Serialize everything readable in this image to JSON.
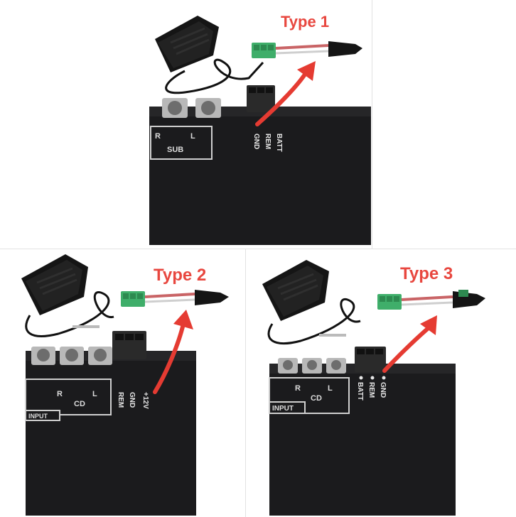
{
  "panels": [
    {
      "title": "Type 1",
      "pins": [
        "GND",
        "REM",
        "BATT"
      ],
      "section_label": "SUB",
      "channel_left": "R",
      "channel_right": "L"
    },
    {
      "title": "Type 2",
      "pins": [
        "REM",
        "GND",
        "+12V"
      ],
      "section_label": "CD",
      "input_label": "INPUT",
      "channel_left": "R",
      "channel_right": "L"
    },
    {
      "title": "Type 3",
      "pins": [
        "BATT",
        "REM",
        "GND"
      ],
      "section_label": "CD",
      "input_label": "INPUT",
      "channel_left": "R",
      "channel_right": "L"
    }
  ],
  "colors": {
    "accent_red": "#e8473f",
    "device_body": "#1b1b1d",
    "terminal_green": "#3fae6a",
    "adapter_black": "#151515"
  },
  "icons": [
    "power-adapter-icon",
    "arrow-icon",
    "dc-connector-icon",
    "terminal-block-icon"
  ]
}
